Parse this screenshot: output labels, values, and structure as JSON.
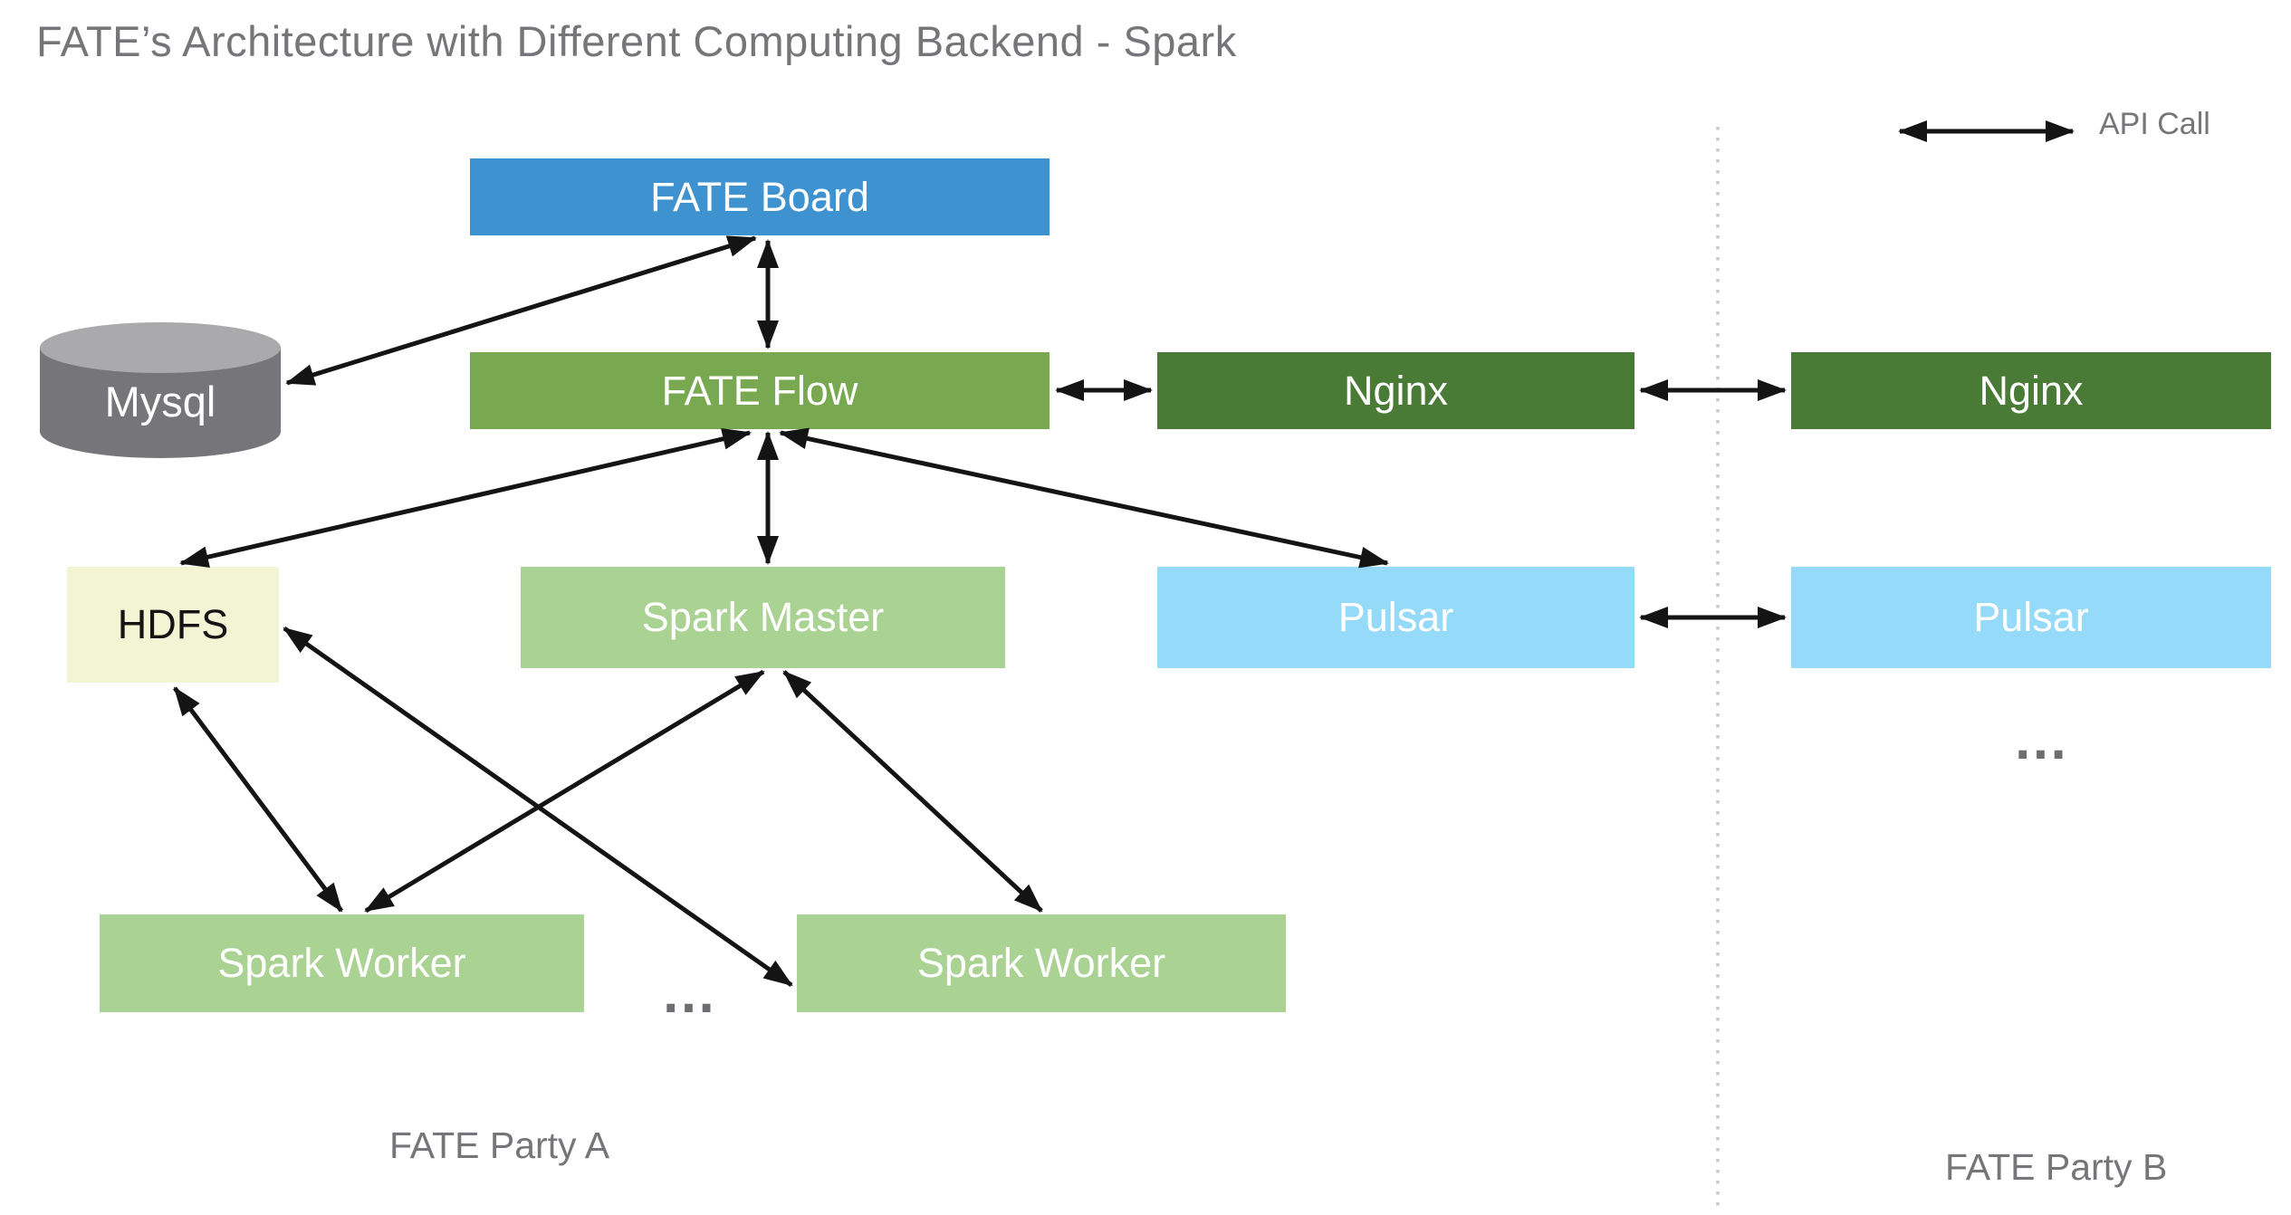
{
  "title": "FATE’s Architecture with Different Computing Backend - Spark",
  "legend": {
    "label": "API Call"
  },
  "regions": {
    "party_a": "FATE Party A",
    "party_b": "FATE Party B"
  },
  "nodes": {
    "fate_board": {
      "label": "FATE Board",
      "bg": "#3E92CF",
      "fg": "#FFFFFF"
    },
    "fate_flow": {
      "label": "FATE Flow",
      "bg": "#78A850",
      "fg": "#FFFFFF"
    },
    "mysql": {
      "label": "Mysql",
      "bg": "#76767A",
      "top": "#AAAAAD",
      "fg": "#FFFFFF"
    },
    "nginx_a": {
      "label": "Nginx",
      "bg": "#4A7B36",
      "fg": "#FFFFFF"
    },
    "nginx_b": {
      "label": "Nginx",
      "bg": "#4A7B36",
      "fg": "#FFFFFF"
    },
    "hdfs": {
      "label": "HDFS",
      "bg": "#F3F4D3",
      "fg": "#141414"
    },
    "spark_master": {
      "label": "Spark Master",
      "bg": "#AAD293",
      "fg": "#FFFFFF"
    },
    "pulsar_a": {
      "label": "Pulsar",
      "bg": "#95DAF8",
      "fg": "#FFFFFF"
    },
    "pulsar_b": {
      "label": "Pulsar",
      "bg": "#95DAF8",
      "fg": "#FFFFFF"
    },
    "spark_worker_1": {
      "label": "Spark Worker",
      "bg": "#AAD293",
      "fg": "#FFFFFF"
    },
    "spark_worker_2": {
      "label": "Spark Worker",
      "bg": "#AAD293",
      "fg": "#FFFFFF"
    }
  },
  "ellipsis": {
    "workers": "…",
    "party_b": "…"
  },
  "edges": [
    {
      "from": "fate_board",
      "to": "fate_flow",
      "type": "bidirectional-api-call"
    },
    {
      "from": "fate_board",
      "to": "mysql",
      "type": "bidirectional-api-call"
    },
    {
      "from": "fate_flow",
      "to": "nginx_a",
      "type": "bidirectional-api-call"
    },
    {
      "from": "nginx_a",
      "to": "nginx_b",
      "type": "bidirectional-api-call"
    },
    {
      "from": "fate_flow",
      "to": "hdfs",
      "type": "bidirectional-api-call"
    },
    {
      "from": "fate_flow",
      "to": "spark_master",
      "type": "bidirectional-api-call"
    },
    {
      "from": "fate_flow",
      "to": "pulsar_a",
      "type": "bidirectional-api-call"
    },
    {
      "from": "pulsar_a",
      "to": "pulsar_b",
      "type": "bidirectional-api-call"
    },
    {
      "from": "hdfs",
      "to": "spark_worker_1",
      "type": "bidirectional-api-call"
    },
    {
      "from": "hdfs",
      "to": "spark_worker_2",
      "type": "bidirectional-api-call"
    },
    {
      "from": "spark_master",
      "to": "spark_worker_1",
      "type": "bidirectional-api-call"
    },
    {
      "from": "spark_master",
      "to": "spark_worker_2",
      "type": "bidirectional-api-call"
    }
  ],
  "colors": {
    "arrow": "#141414",
    "divider": "#C9C9CB",
    "muted_text": "#76767A"
  }
}
